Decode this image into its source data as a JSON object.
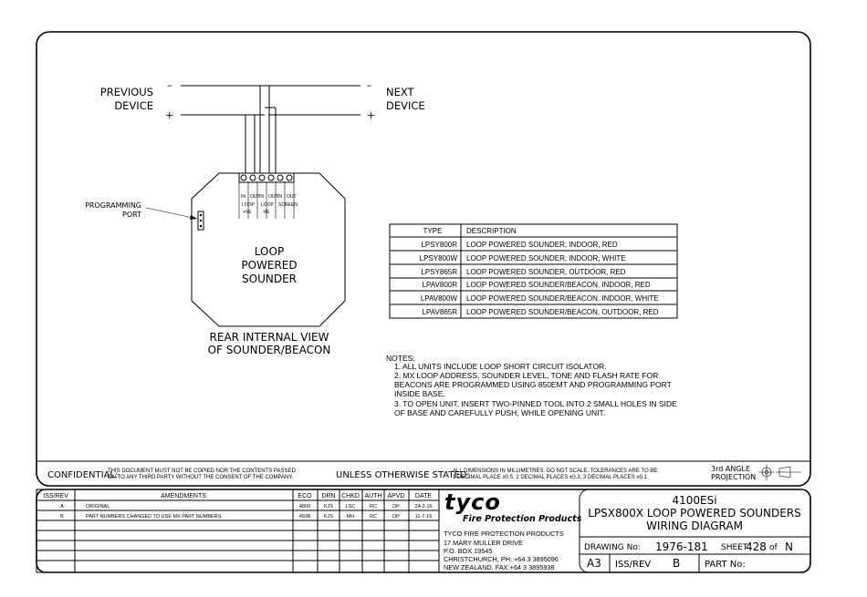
{
  "wiring": {
    "previous_device": [
      "PREVIOUS",
      "DEVICE"
    ],
    "next_device": [
      "NEXT",
      "DEVICE"
    ],
    "minus": "–",
    "plus": "+",
    "programming_port": [
      "PROGRAMMING",
      "PORT"
    ],
    "sounder_label": [
      "LOOP",
      "POWERED",
      "SOUNDER"
    ],
    "rear_view": [
      "REAR INTERNAL VIEW",
      "OF SOUNDER/BEACON"
    ],
    "terminal_labels": [
      {
        "top": "IN",
        "bottom": "LOOP"
      },
      {
        "top": "OUT",
        "bottom": "+VE"
      },
      {
        "top": "IN",
        "bottom": "LOOP"
      },
      {
        "top": "OUT",
        "bottom": "-VE"
      },
      {
        "top": "IN",
        "bottom": ""
      },
      {
        "top": "OUT",
        "bottom": "SCREEN"
      }
    ]
  },
  "type_table": {
    "headers": [
      "TYPE",
      "DESCRIPTION"
    ],
    "rows": [
      [
        "LPSY800R",
        "LOOP POWERED SOUNDER, INDOOR, RED"
      ],
      [
        "LPSY800W",
        "LOOP POWERED SOUNDER, INDOOR, WHITE"
      ],
      [
        "LPSY865R",
        "LOOP POWERED SOUNDER, OUTDOOR, RED"
      ],
      [
        "LPAV800R",
        "LOOP POWERED SOUNDER/BEACON, INDOOR, RED"
      ],
      [
        "LPAV800W",
        "LOOP POWERED SOUNDER/BEACON, INDOOR, WHITE"
      ],
      [
        "LPAV865R",
        "LOOP POWERED SOUNDER/BEACON, OUTDOOR, RED"
      ]
    ]
  },
  "notes": {
    "title": "NOTES:",
    "lines": [
      "1.  ALL UNITS INCLUDE LOOP SHORT CIRCUIT ISOLATOR.",
      "2.  MX LOOP ADDRESS, SOUNDER LEVEL, TONE AND FLASH RATE FOR",
      "     BEACONS ARE PROGRAMMED USING 850EMT AND PROGRAMMING PORT",
      "     INSIDE BASE.",
      "3.  TO OPEN UNIT, INSERT TWO-PINNED TOOL INTO 2 SMALL HOLES IN SIDE",
      "     OF BASE AND CAREFULLY PUSH, WHILE OPENING UNIT."
    ]
  },
  "footer": {
    "confidential_label": "CONFIDENTIAL:",
    "confidential_text": [
      "THIS DOCUMENT MUST NOT BE COPIED NOR THE CONTENTS PASSED",
      "ON TO ANY THIRD PARTY WITHOUT THE CONSENT OF THE COMPANY."
    ],
    "unless_label": "UNLESS OTHERWISE STATED:",
    "unless_text": [
      "ALL DIMENSIONS IN MILLIMETRES. DO NOT SCALE. TOLERANCES ARE TO BE:",
      "1 DECIMAL PLACE ±0.5, 2 DECIMAL PLACES ±0.3, 3 DECIMAL PLACES ±0.1"
    ],
    "projection": [
      "3rd ANGLE",
      "PROJECTION"
    ]
  },
  "amendments": {
    "headers": [
      "ISS/REV",
      "AMENDMENTS",
      "ECO",
      "DRN",
      "CHKD",
      "AUTH",
      "APVD",
      "DATE"
    ],
    "rows": [
      [
        "A",
        "ORIGINAL",
        "4809",
        "KJS",
        "LSC",
        "RC",
        "DP",
        "24-2-16"
      ],
      [
        "B",
        "PART NUMBERS CHANGED TO USE MX PART NUMBERS.",
        "4938",
        "KJS",
        "MH",
        "RC",
        "DP",
        "11-7-16"
      ]
    ]
  },
  "company": {
    "logo": "tyco",
    "subtitle": "Fire Protection Products",
    "address": [
      "TYCO FIRE PROTECTION PRODUCTS",
      "17 MARY MULLER DRIVE",
      "P.O. BOX 19545",
      "CHRISTCHURCH, PH: +64 3 3895096",
      "NEW ZEALAND.    FAX:+64 3 3895938"
    ]
  },
  "title_block": {
    "line1": "4100ESi",
    "line2": "LPSX800X LOOP POWERED SOUNDERS",
    "line3": "WIRING DIAGRAM",
    "drawing_no_label": "DRAWING No:",
    "drawing_no": "1976-181",
    "sheet_label": "SHEET",
    "sheet_no": "428",
    "of_label": "of",
    "of_value": "N",
    "size": "A3",
    "iss_rev_label": "ISS/REV",
    "iss_rev": "B",
    "part_no_label": "PART No:"
  }
}
